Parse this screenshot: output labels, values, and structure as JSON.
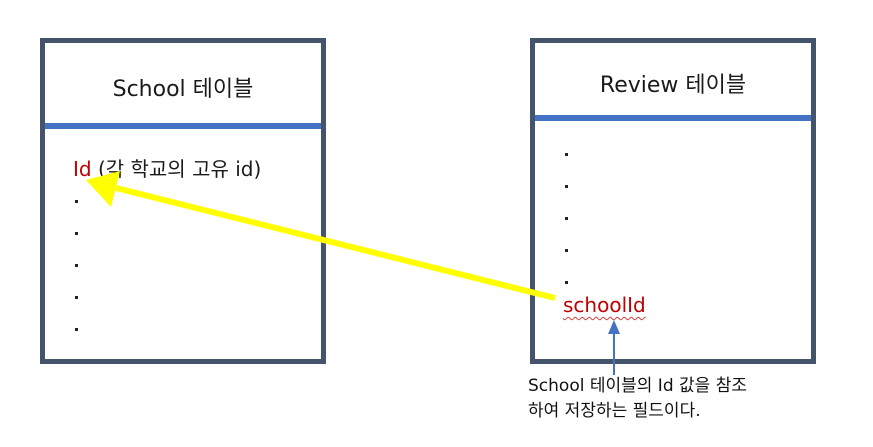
{
  "school_table": {
    "title": "School 테이블",
    "id_field": "Id",
    "id_desc": " (각 학교의 고유 id)",
    "dots": [
      ".",
      ".",
      ".",
      ".",
      "."
    ]
  },
  "review_table": {
    "title": "Review 테이블",
    "dots": [
      ".",
      ".",
      ".",
      ".",
      "."
    ],
    "fk_field": "schoolId"
  },
  "note": {
    "line1": "School 테이블의 Id 값을 참조",
    "line2": "하여 저장하는 필드이다."
  },
  "colors": {
    "box_border": "#44546a",
    "header_line": "#4472c4",
    "field_red": "#c00000",
    "yellow_arrow": "#ffff00",
    "note_arrow": "#4472c4"
  }
}
